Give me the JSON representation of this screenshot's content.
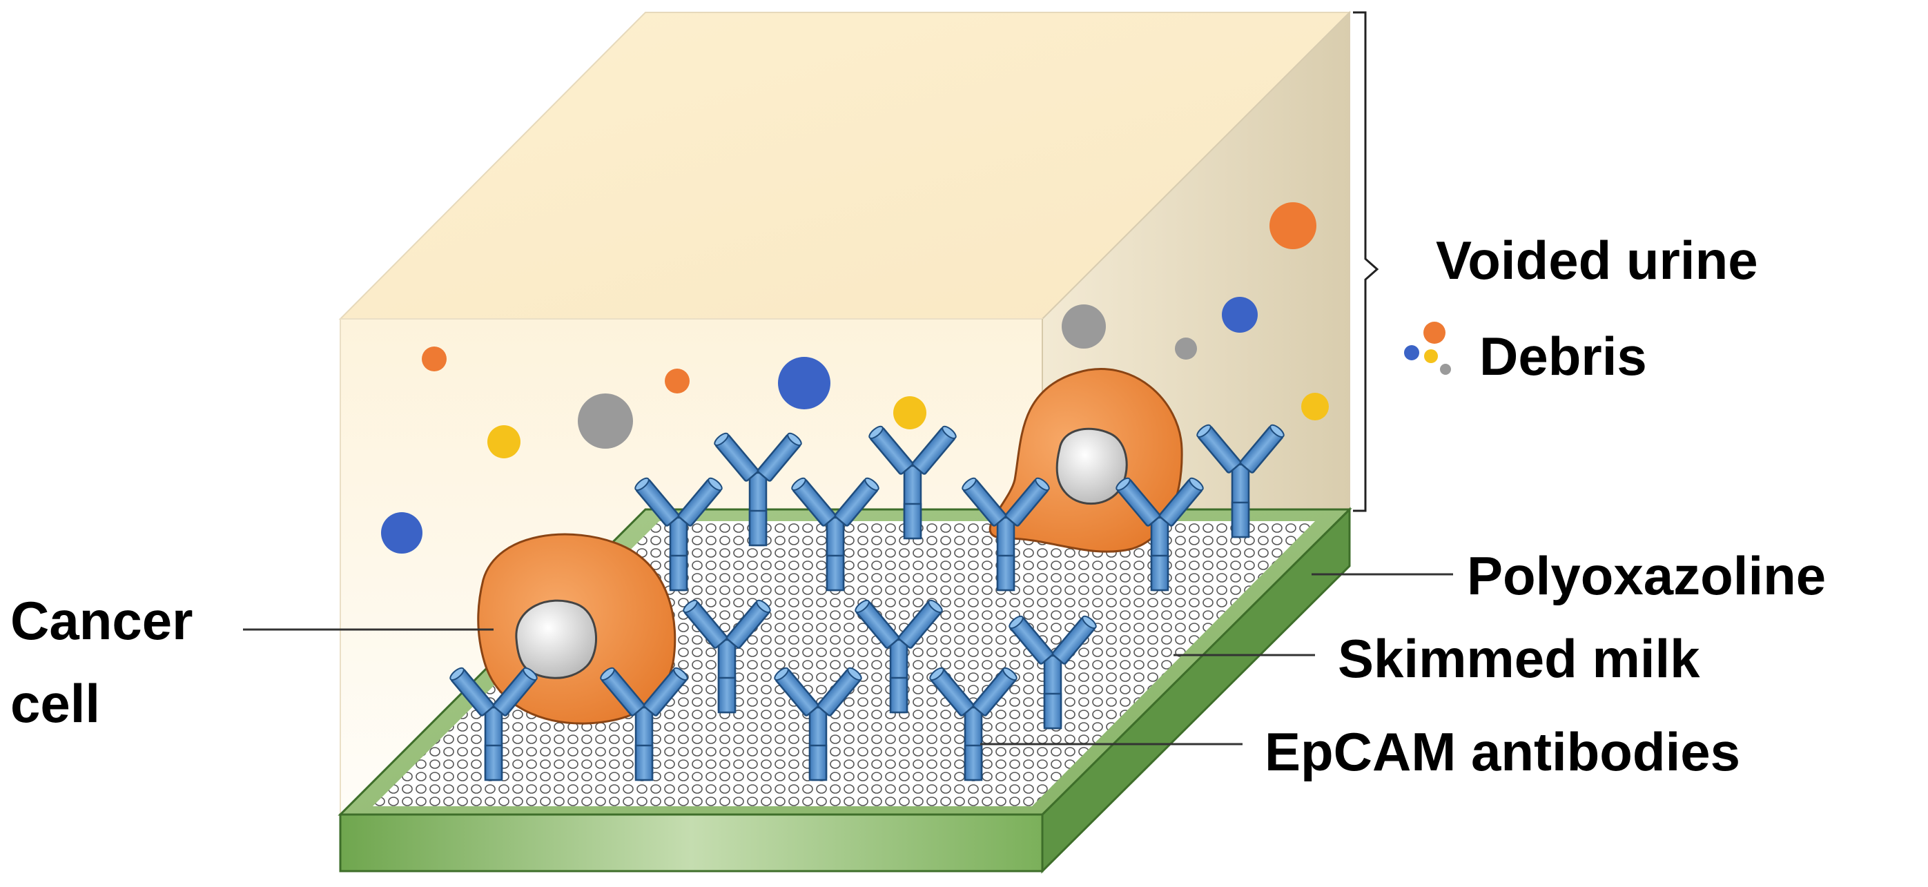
{
  "labels": {
    "voided_urine": "Voided urine",
    "debris": "Debris",
    "polyoxazoline": "Polyoxazoline",
    "skimmed_milk": "Skimmed milk",
    "epcam_antibodies": "EpCAM antibodies",
    "cancer_cell_line1": "Cancer",
    "cancer_cell_line2": "cell"
  },
  "colors": {
    "urine_front": "#fdf6e4",
    "urine_top": "#faebc8",
    "urine_side": "#e8dcc0",
    "substrate_top": "#8fb56f",
    "substrate_front": "#7bb05a",
    "substrate_side": "#5e9444",
    "antibody": "#4b87c5",
    "antibody_dark": "#2e5f94",
    "cell": "#ef8a3c",
    "cell_edge": "#b85b1c",
    "nucleus": "#d8d8d8",
    "debris_orange": "#ee7a33",
    "debris_blue": "#3b63c6",
    "debris_yellow": "#f5c21b",
    "debris_gray": "#9a9a9a"
  }
}
